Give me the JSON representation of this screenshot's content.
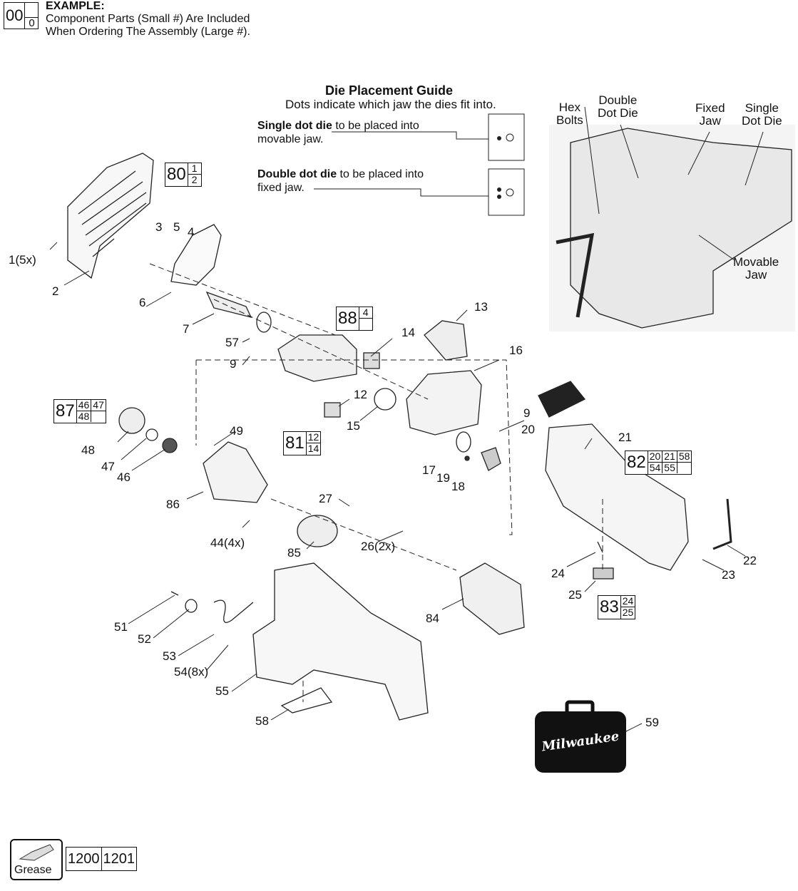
{
  "example": {
    "big": "00",
    "small": "0",
    "title": "EXAMPLE:",
    "line1": "Component Parts (Small #) Are Included",
    "line2": "When Ordering The Assembly (Large #)."
  },
  "guide": {
    "title": "Die Placement Guide",
    "subtitle": "Dots indicate which jaw the dies fit into.",
    "single_bold": "Single dot die",
    "single_rest": " to be placed into",
    "single_line2": "movable jaw.",
    "double_bold": "Double dot die",
    "double_rest": " to be placed into",
    "double_line2": "fixed jaw."
  },
  "callouts": {
    "hex_bolts": "Hex\nBolts",
    "double_dot_die": "Double\nDot Die",
    "fixed_jaw": "Fixed\nJaw",
    "single_dot_die": "Single\nDot Die",
    "movable_jaw": "Movable\nJaw"
  },
  "assemblies": {
    "a80": {
      "big": "80",
      "parts": [
        "1",
        "2"
      ]
    },
    "a88": {
      "big": "88",
      "parts": [
        "4",
        ""
      ]
    },
    "a87": {
      "big": "87",
      "top": [
        "46",
        "47"
      ],
      "bottom": [
        "48"
      ]
    },
    "a81": {
      "big": "81",
      "parts": [
        "12",
        "14"
      ]
    },
    "a82": {
      "big": "82",
      "top": [
        "20",
        "21",
        "58"
      ],
      "bottom": [
        "54",
        "55"
      ]
    },
    "a83": {
      "big": "83",
      "parts": [
        "24",
        "25"
      ]
    }
  },
  "part_labels": {
    "p1": "1(5x)",
    "p2": "2",
    "p3": "3",
    "p5": "5",
    "p4": "4",
    "p6": "6",
    "p7": "7",
    "p57": "57",
    "p9a": "9",
    "p13": "13",
    "p14": "14",
    "p16": "16",
    "p12": "12",
    "p15": "15",
    "p9b": "9",
    "p20": "20",
    "p21": "21",
    "p49": "49",
    "p48": "48",
    "p47": "47",
    "p46": "46",
    "p86": "86",
    "p17": "17",
    "p19": "19",
    "p18": "18",
    "p27": "27",
    "p44": "44(4x)",
    "p85": "85",
    "p26": "26(2x)",
    "p84": "84",
    "p24": "24",
    "p22": "22",
    "p23": "23",
    "p25": "25",
    "p51": "51",
    "p52": "52",
    "p53": "53",
    "p54": "54(8x)",
    "p55": "55",
    "p58": "58",
    "p59": "59"
  },
  "brand": "Milwaukee",
  "grease": {
    "label": "Grease",
    "codes": [
      "1200",
      "1201"
    ]
  }
}
